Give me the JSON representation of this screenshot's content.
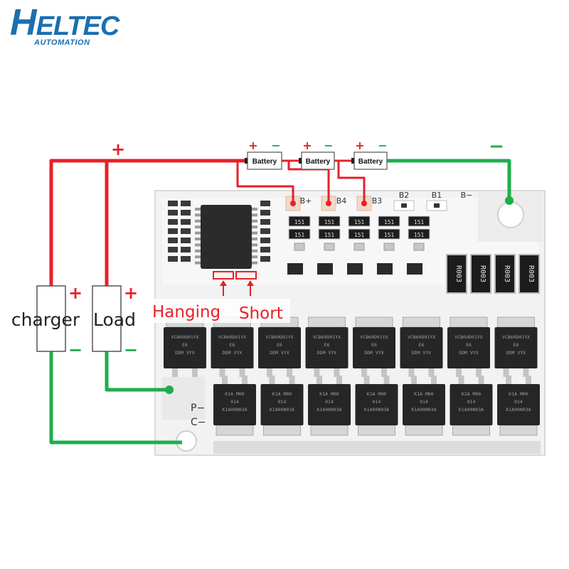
{
  "logo": {
    "brand_first": "H",
    "brand_rest": "ELTEC",
    "sub": "AUTOMATION"
  },
  "colors": {
    "positive": "#e8202a",
    "negative": "#1fae4a",
    "board": "#f4f4f4",
    "mosfet": "#2a2a2a",
    "brand": "#1a6fb0"
  },
  "symbols": {
    "plus": "+",
    "minus": "−"
  },
  "batteries": [
    {
      "label": "Battery"
    },
    {
      "label": "Battery"
    },
    {
      "label": "Battery"
    }
  ],
  "pads": [
    "B+",
    "B4",
    "B3",
    "B2",
    "B1",
    "B−"
  ],
  "terminals": {
    "charger": "charger",
    "load": "Load"
  },
  "annotations": {
    "hanging": "Hanging",
    "short": "Short"
  },
  "board_labels": {
    "p_minus": "P−",
    "c_minus": "C−"
  },
  "components": {
    "resistor_smd": "151",
    "shunt": "R003",
    "mosfet_top_line1": "VCB60D01YX",
    "mosfet_top_line2": "E6",
    "mosfet_top_line3": "DDM VYX",
    "mosfet_bottom_line1": "K1A    M00",
    "mosfet_bottom_line2": "014",
    "mosfet_bottom_line3": "K1A00N03A"
  }
}
